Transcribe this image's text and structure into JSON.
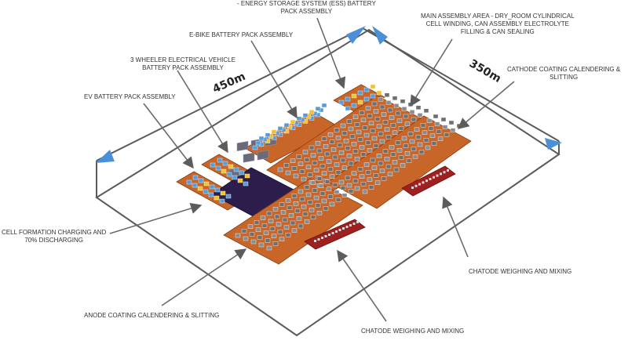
{
  "dimensions": {
    "length": "450m",
    "width": "350m"
  },
  "labels": {
    "ess": {
      "line1": "- ENERGY STORAGE SYSTEM (ESS) BATTERY",
      "line2": "PACK ASSEMBLY"
    },
    "main_assembly": {
      "line1": "MAIN ASSEMBLY AREA - DRY_ROOM CYLINDRICAL",
      "line2": "CELL WINDING, CAN ASSEMBLY ELECTROLYTE",
      "line3": "FILLING & CAN SEALING"
    },
    "ebike": "E-BIKE BATTERY PACK ASSEMBLY",
    "three_wheeler": {
      "line1": "3 WHEELER ELECTRICAL VEHICLE",
      "line2": "BATTERY PACK ASSEMBLY"
    },
    "cathode_coating": {
      "line1": "CATHODE COATING CALENDERING &",
      "line2": "SLITTING"
    },
    "ev": "EV BATTERY PACK ASSEMBLY",
    "cell_formation": {
      "line1": "CELL FORMATION CHARGING AND",
      "line2": "70% DISCHARGING"
    },
    "chatode_right": "CHATODE WEIGHING AND MIXING",
    "anode_coating": "ANODE COATING CALENDERING & SLITTING",
    "chatode_bottom": "CHATODE WEIGHING AND MIXING"
  },
  "colors": {
    "floor_outline": "#5a5a5a",
    "platform": "#c8662a",
    "platform_edge": "#8a3c12",
    "formation_block": "#2c1d4d",
    "mixing_block": "#a0201f",
    "battery_blue": "#5b9bd5",
    "battery_yellow": "#f2c230",
    "machine_grey": "#8c8c8c",
    "arrow": "#4a90d9",
    "leader": "#6a6a6a"
  }
}
